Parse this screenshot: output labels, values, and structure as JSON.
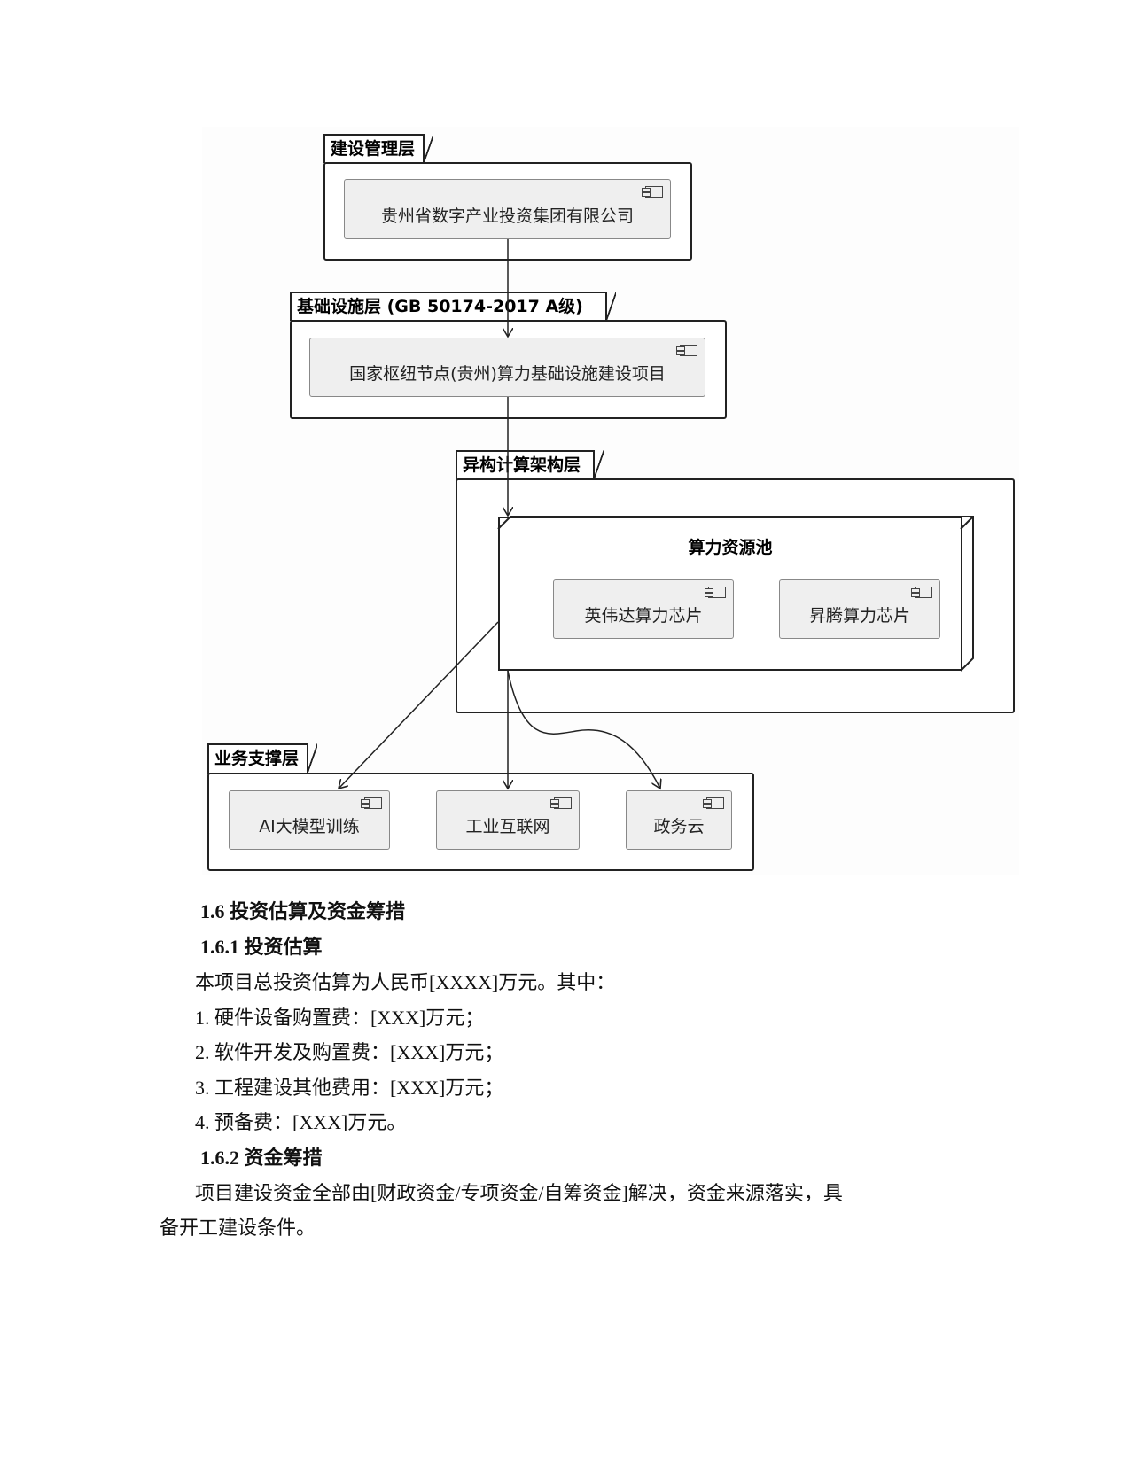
{
  "diagram": {
    "layers": [
      {
        "title": "建设管理层",
        "components": [
          "贵州省数字产业投资集团有限公司"
        ]
      },
      {
        "title": "基础设施层 (GB 50174-2017 A级)",
        "components": [
          "国家枢纽节点(贵州)算力基础设施建设项目"
        ]
      },
      {
        "title": "异构计算架构层",
        "node_title": "算力资源池",
        "components": [
          "英伟达算力芯片",
          "昇腾算力芯片"
        ]
      },
      {
        "title": "业务支撑层",
        "components": [
          "AI大模型训练",
          "工业互联网",
          "政务云"
        ]
      }
    ]
  },
  "document": {
    "heading_1_6": "1.6 投资估算及资金筹措",
    "heading_1_6_1": "1.6.1 投资估算",
    "intro": "本项目总投资估算为人民币[XXXX]万元。其中：",
    "items": [
      "1.  硬件设备购置费：[XXX]万元；",
      "2.  软件开发及购置费：[XXX]万元；",
      "3.  工程建设其他费用：[XXX]万元；",
      "4.  预备费：[XXX]万元。"
    ],
    "heading_1_6_2": "1.6.2 资金筹措",
    "funding_line1": "项目建设资金全部由[财政资金/专项资金/自筹资金]解决，资金来源落实，具",
    "funding_line2": "备开工建设条件。"
  }
}
